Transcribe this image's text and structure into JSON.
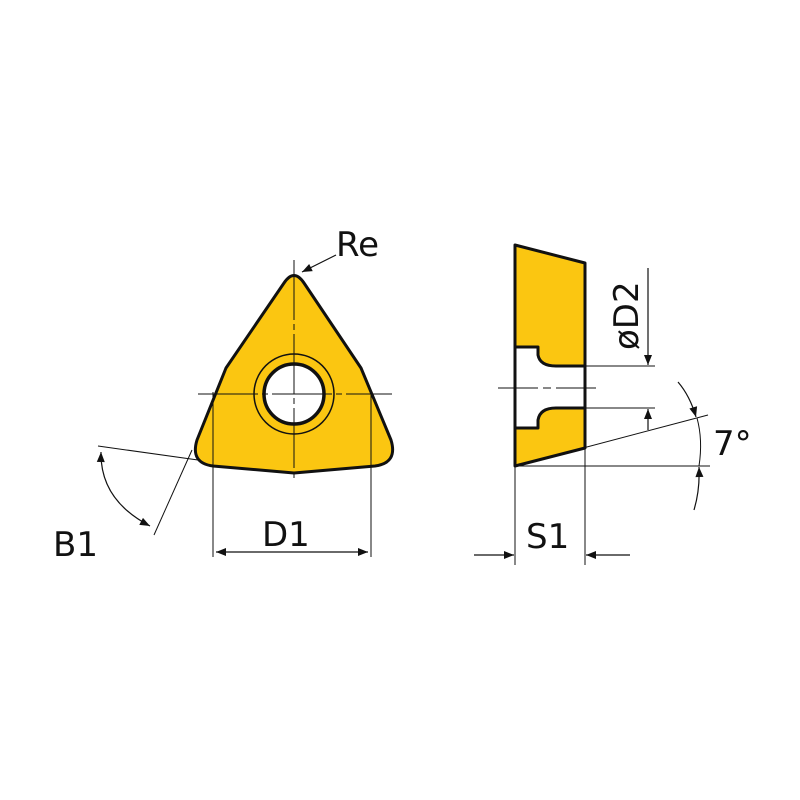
{
  "diagram": {
    "subject": "triangular turning insert (trigon, with center hole)",
    "colors": {
      "insert_fill": "#FBC611",
      "outline": "#111111",
      "background": "#FFFFFF"
    },
    "views": {
      "top_view": {
        "labels": {
          "corner_radius": "Re",
          "inscribed_diameter": "D1",
          "corner_angle": "B1"
        }
      },
      "side_view": {
        "labels": {
          "hole_diameter": "øD2",
          "thickness": "S1",
          "clearance_angle": "7°"
        }
      }
    }
  }
}
